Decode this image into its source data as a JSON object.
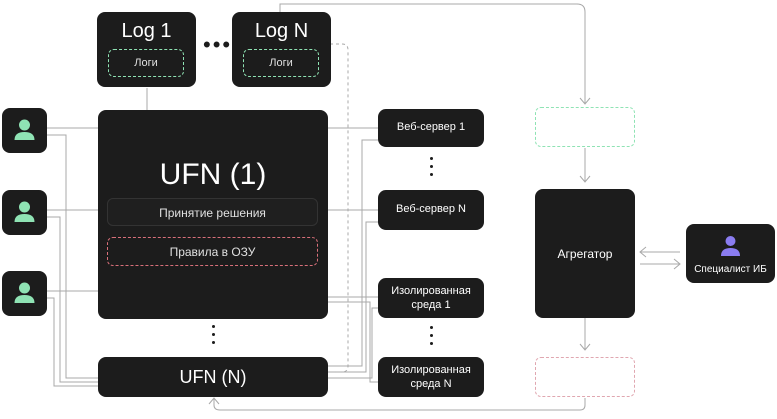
{
  "logs": [
    {
      "title": "Log 1",
      "sub": "Логи"
    },
    {
      "title": "Log N",
      "sub": "Логи"
    }
  ],
  "ufn_main": {
    "title": "UFN (1)",
    "decision": "Принятие решения",
    "rules": "Правила в ОЗУ"
  },
  "ufn_n": {
    "title": "UFN (N)"
  },
  "right_nodes": {
    "web1": "Веб-сервер 1",
    "webn": "Веб-сервер N",
    "iso1_l1": "Изолированная",
    "iso1_l2": "среда 1",
    "ison_l1": "Изолированная",
    "ison_l2": "среда N"
  },
  "aggregator": "Агрегатор",
  "specialist": "Специалист ИБ",
  "colors": {
    "node": "#1c1c1c",
    "accent_green": "#8fe3b4",
    "accent_red": "#d9707a",
    "accent_purple": "#8a7cf0",
    "line": "#9a9a9a"
  }
}
